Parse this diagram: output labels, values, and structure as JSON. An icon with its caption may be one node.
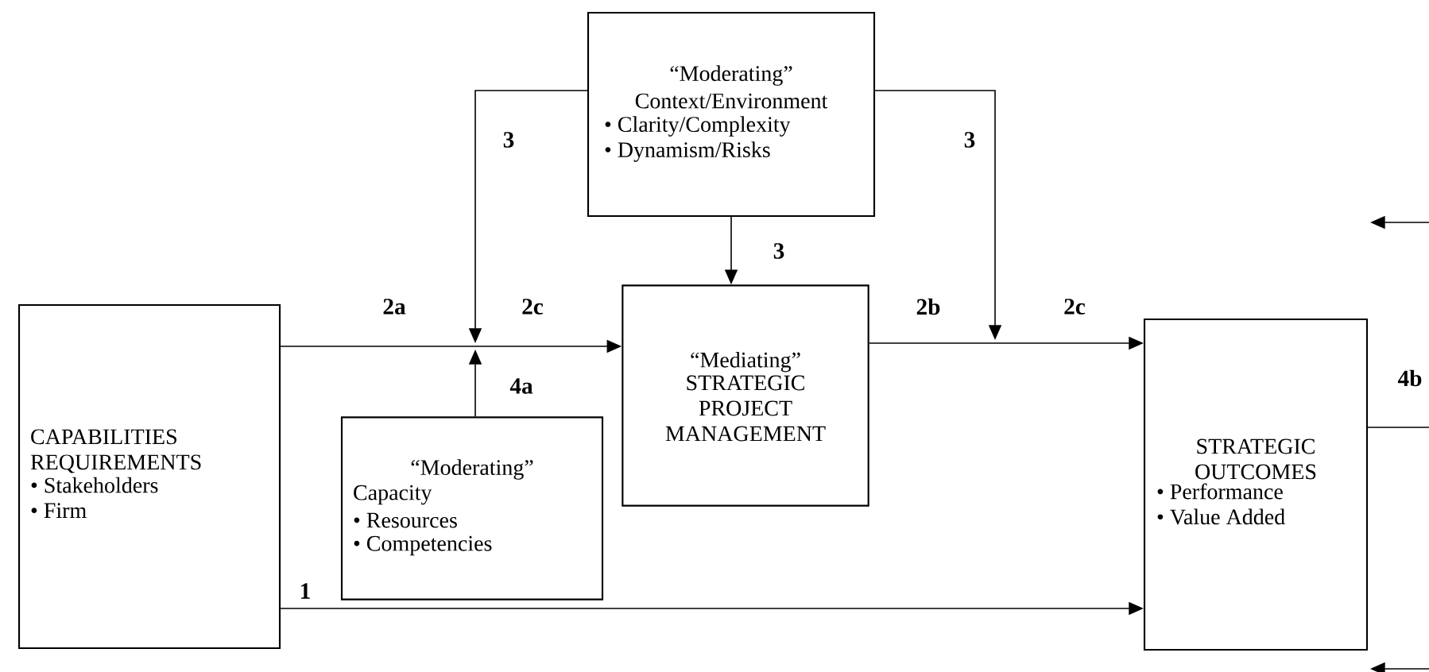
{
  "diagram": {
    "nodes": [
      {
        "text": [
          "“Moderating”",
          "Context/Environment",
          "• Clarity/Complexity",
          "• Dynamism/Risks"
        ]
      },
      {
        "text": [
          "CAPABILITIES REQUIREMENTS",
          "• Stakeholders",
          "• Firm"
        ]
      },
      {
        "text": [
          "“Moderating”",
          "Capacity",
          "• Resources",
          "• Competencies"
        ]
      },
      {
        "text": [
          "“Mediating”",
          "STRATEGIC PROJECT MANAGEMENT"
        ]
      },
      {
        "text": [
          "STRATEGIC OUTCOMES",
          "• Performance",
          "• Value Added"
        ]
      }
    ],
    "edges": [
      {
        "from": 1,
        "to": 3,
        "arrow": "to",
        "label": "2a"
      },
      {
        "from": 0,
        "to": null,
        "arrow": "to",
        "label": "3"
      },
      {
        "from": 2,
        "to": null,
        "arrow": "to",
        "label": "4a"
      },
      {
        "from": 0,
        "to": 3,
        "arrow": "to",
        "label": "3"
      },
      {
        "from": 3,
        "to": 4,
        "arrow": "to",
        "label": "2b"
      },
      {
        "from": 0,
        "to": null,
        "arrow": "to",
        "label": "3"
      },
      {
        "from": 1,
        "to": 4,
        "arrow": "to",
        "label": "1"
      },
      {
        "from": 4,
        "to": null,
        "arrow": "none",
        "label": "4b"
      }
    ],
    "labels": [
      "2c",
      "2c"
    ]
  }
}
